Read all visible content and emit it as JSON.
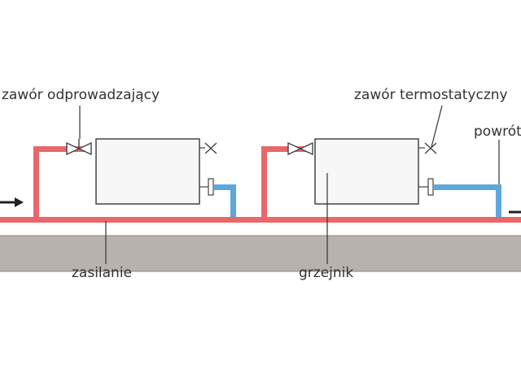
{
  "labels": {
    "drain_valve": "zawór odprowadzający",
    "thermostatic_valve": "zawór termostatyczny",
    "return": "powrót",
    "supply": "zasilanie",
    "radiator": "grzejnik"
  },
  "colors": {
    "supply_pipe": "#e8676b",
    "return_pipe": "#5ea6dc",
    "floor": "#b7b2ad",
    "floor_edge": "#8a8581",
    "text": "#333333",
    "outline": "#444444"
  },
  "icons": [
    "flow-arrow-icon",
    "valve-icon",
    "bleed-valve-icon",
    "radiator-icon"
  ]
}
